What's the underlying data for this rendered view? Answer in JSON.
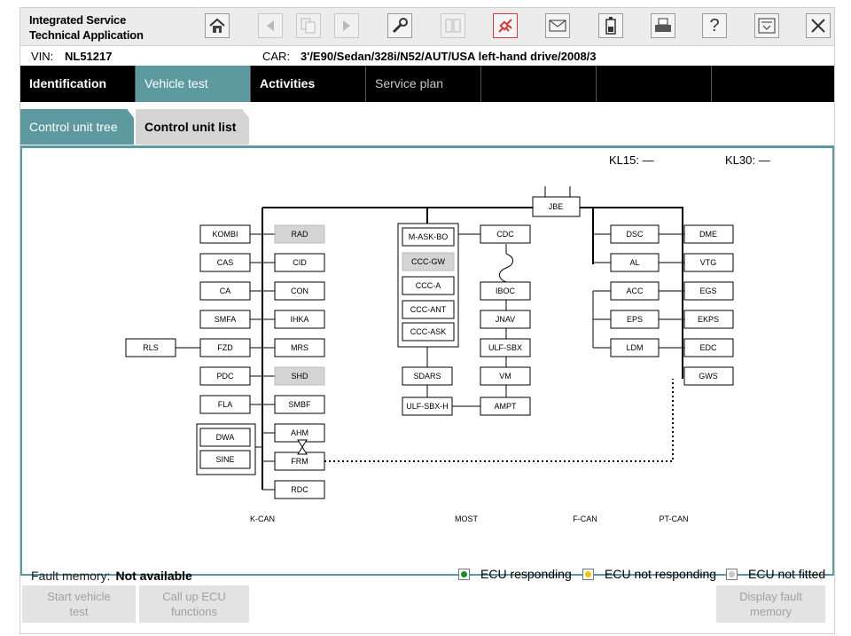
{
  "app": {
    "title_line1": "Integrated Service",
    "title_line2": "Technical Application"
  },
  "toolbar": {
    "icons": [
      "home-icon",
      "back-icon",
      "copy-icon",
      "forward-icon",
      "wrench-icon",
      "transfer-icon",
      "plug-icon",
      "mail-icon",
      "battery-icon",
      "print-icon",
      "help-icon",
      "window-icon",
      "close-icon"
    ],
    "help_glyph": "?"
  },
  "info": {
    "vin_label": "VIN:",
    "vin_value": "NL51217",
    "car_label": "CAR:",
    "car_value": "3'/E90/Sedan/328i/N52/AUT/USA left-hand drive/2008/3"
  },
  "nav": {
    "tabs": [
      {
        "label": "Identification"
      },
      {
        "label": "Vehicle test"
      },
      {
        "label": "Activities"
      },
      {
        "label": "Service plan"
      },
      {
        "label": ""
      },
      {
        "label": ""
      },
      {
        "label": ""
      }
    ]
  },
  "subtabs": {
    "tree": "Control unit tree",
    "list": "Control unit list"
  },
  "status": {
    "kl15": "KL15:  —",
    "kl30": "KL30:  —"
  },
  "diagram": {
    "ecus": {
      "kombi": "KOMBI",
      "cas": "CAS",
      "ca": "CA",
      "smfa": "SMFA",
      "rls": "RLS",
      "fzd": "FZD",
      "pdc": "PDC",
      "fla": "FLA",
      "dwa": "DWA",
      "sine": "SINE",
      "rad": "RAD",
      "cid": "CID",
      "con": "CON",
      "ihka": "IHKA",
      "mrs": "MRS",
      "shd": "SHD",
      "smbf": "SMBF",
      "ahm": "AHM",
      "frm": "FRM",
      "rdc": "RDC",
      "mask": "M-ASK-BO",
      "cccgw": "CCC-GW",
      "ccca": "CCC-A",
      "cccant": "CCC-ANT",
      "cccask": "CCC-ASK",
      "sdars": "SDARS",
      "ulfsbxh": "ULF-SBX-H",
      "cdc": "CDC",
      "iboc": "IBOC",
      "jnav": "JNAV",
      "ulfsbx": "ULF-SBX",
      "vm": "VM",
      "ampt": "AMPT",
      "jbe": "JBE",
      "dsc": "DSC",
      "al": "AL",
      "acc": "ACC",
      "eps": "EPS",
      "ldm": "LDM",
      "dme": "DME",
      "vtg": "VTG",
      "egs": "EGS",
      "ekps": "EKPS",
      "edc": "EDC",
      "gws": "GWS"
    },
    "buses": {
      "kcan": "K-CAN",
      "most": "MOST",
      "fcan": "F-CAN",
      "ptcan": "PT-CAN"
    }
  },
  "footer": {
    "fault_label": "Fault memory:",
    "fault_value": "Not available",
    "legend": [
      {
        "label": "ECU responding",
        "color": "#1a8a2a"
      },
      {
        "label": "ECU not responding",
        "color": "#f2c417"
      },
      {
        "label": "ECU not fitted",
        "color": "#c8c8c8"
      }
    ],
    "start_test_l1": "Start vehicle",
    "start_test_l2": "test",
    "call_ecu_l1": "Call up ECU",
    "call_ecu_l2": "functions",
    "display_fault_l1": "Display fault",
    "display_fault_l2": "memory"
  },
  "colors": {
    "accent": "#5c9aa0",
    "nav_bg": "#000000"
  }
}
